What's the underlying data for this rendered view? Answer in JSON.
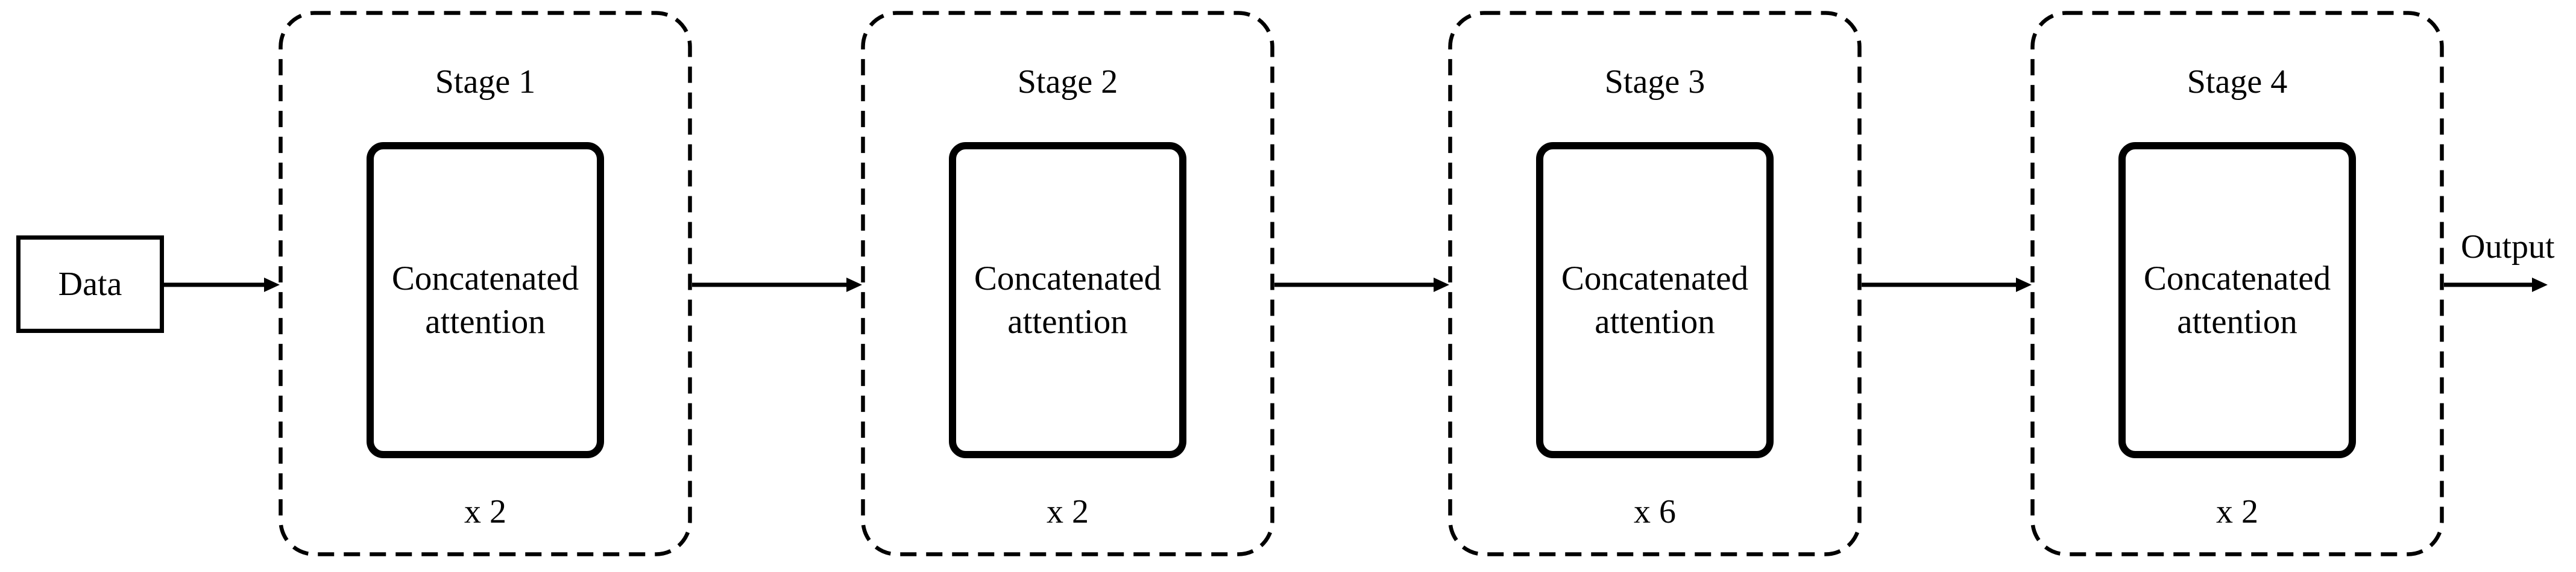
{
  "diagram": {
    "input_label": "Data",
    "output_label": "Output",
    "stages": [
      {
        "title": "Stage 1",
        "block_label": "Concatenated attention",
        "repeat_label": "x 2"
      },
      {
        "title": "Stage 2",
        "block_label": "Concatenated attention",
        "repeat_label": "x 2"
      },
      {
        "title": "Stage 3",
        "block_label": "Concatenated attention",
        "repeat_label": "x 6"
      },
      {
        "title": "Stage 4",
        "block_label": "Concatenated attention",
        "repeat_label": "x 2"
      }
    ],
    "colors": {
      "line": "#000000",
      "background": "#ffffff"
    }
  }
}
